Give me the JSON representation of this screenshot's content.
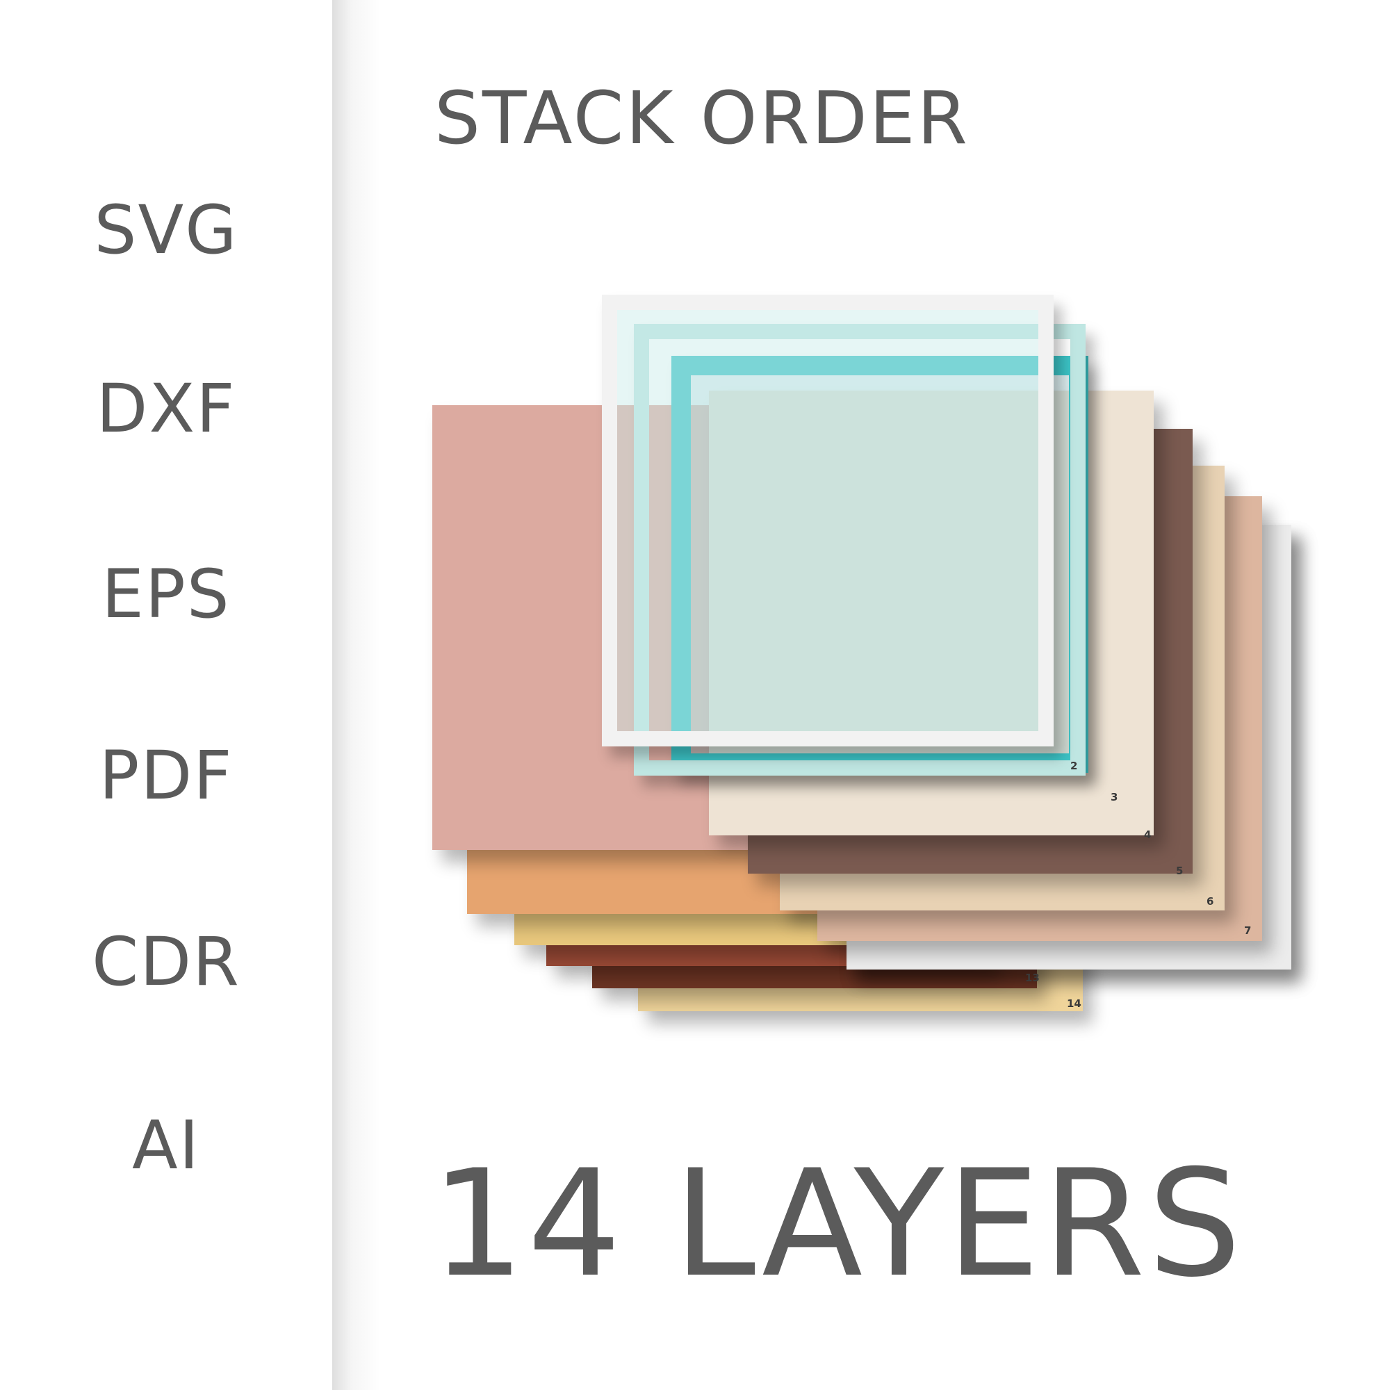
{
  "sidebar": {
    "formats": [
      "SVG",
      "DXF",
      "EPS",
      "PDF",
      "CDR",
      "AI"
    ]
  },
  "header": {
    "title": "STACK ORDER"
  },
  "footer": {
    "layer_count_label": "14 LAYERS"
  },
  "stack": {
    "layer_numbers": [
      "2",
      "3",
      "4",
      "5",
      "6",
      "7",
      "13",
      "14"
    ],
    "colors": {
      "frame_white": "#f2f2f2",
      "frame_mint": "#bfe6e2",
      "frame_teal": "#3cc3c6",
      "cream": "#eee3d4",
      "brown": "#7a5a50",
      "sand": "#e8d2b4",
      "peach": "#ddb69f",
      "light_grey": "#ececec",
      "pink": "#dcaaa0",
      "orange": "#e6a46f",
      "yellow": "#e8c77c",
      "rust": "#9a4a36",
      "dark_brown": "#6e3524",
      "pale_yellow": "#efd49a"
    }
  }
}
